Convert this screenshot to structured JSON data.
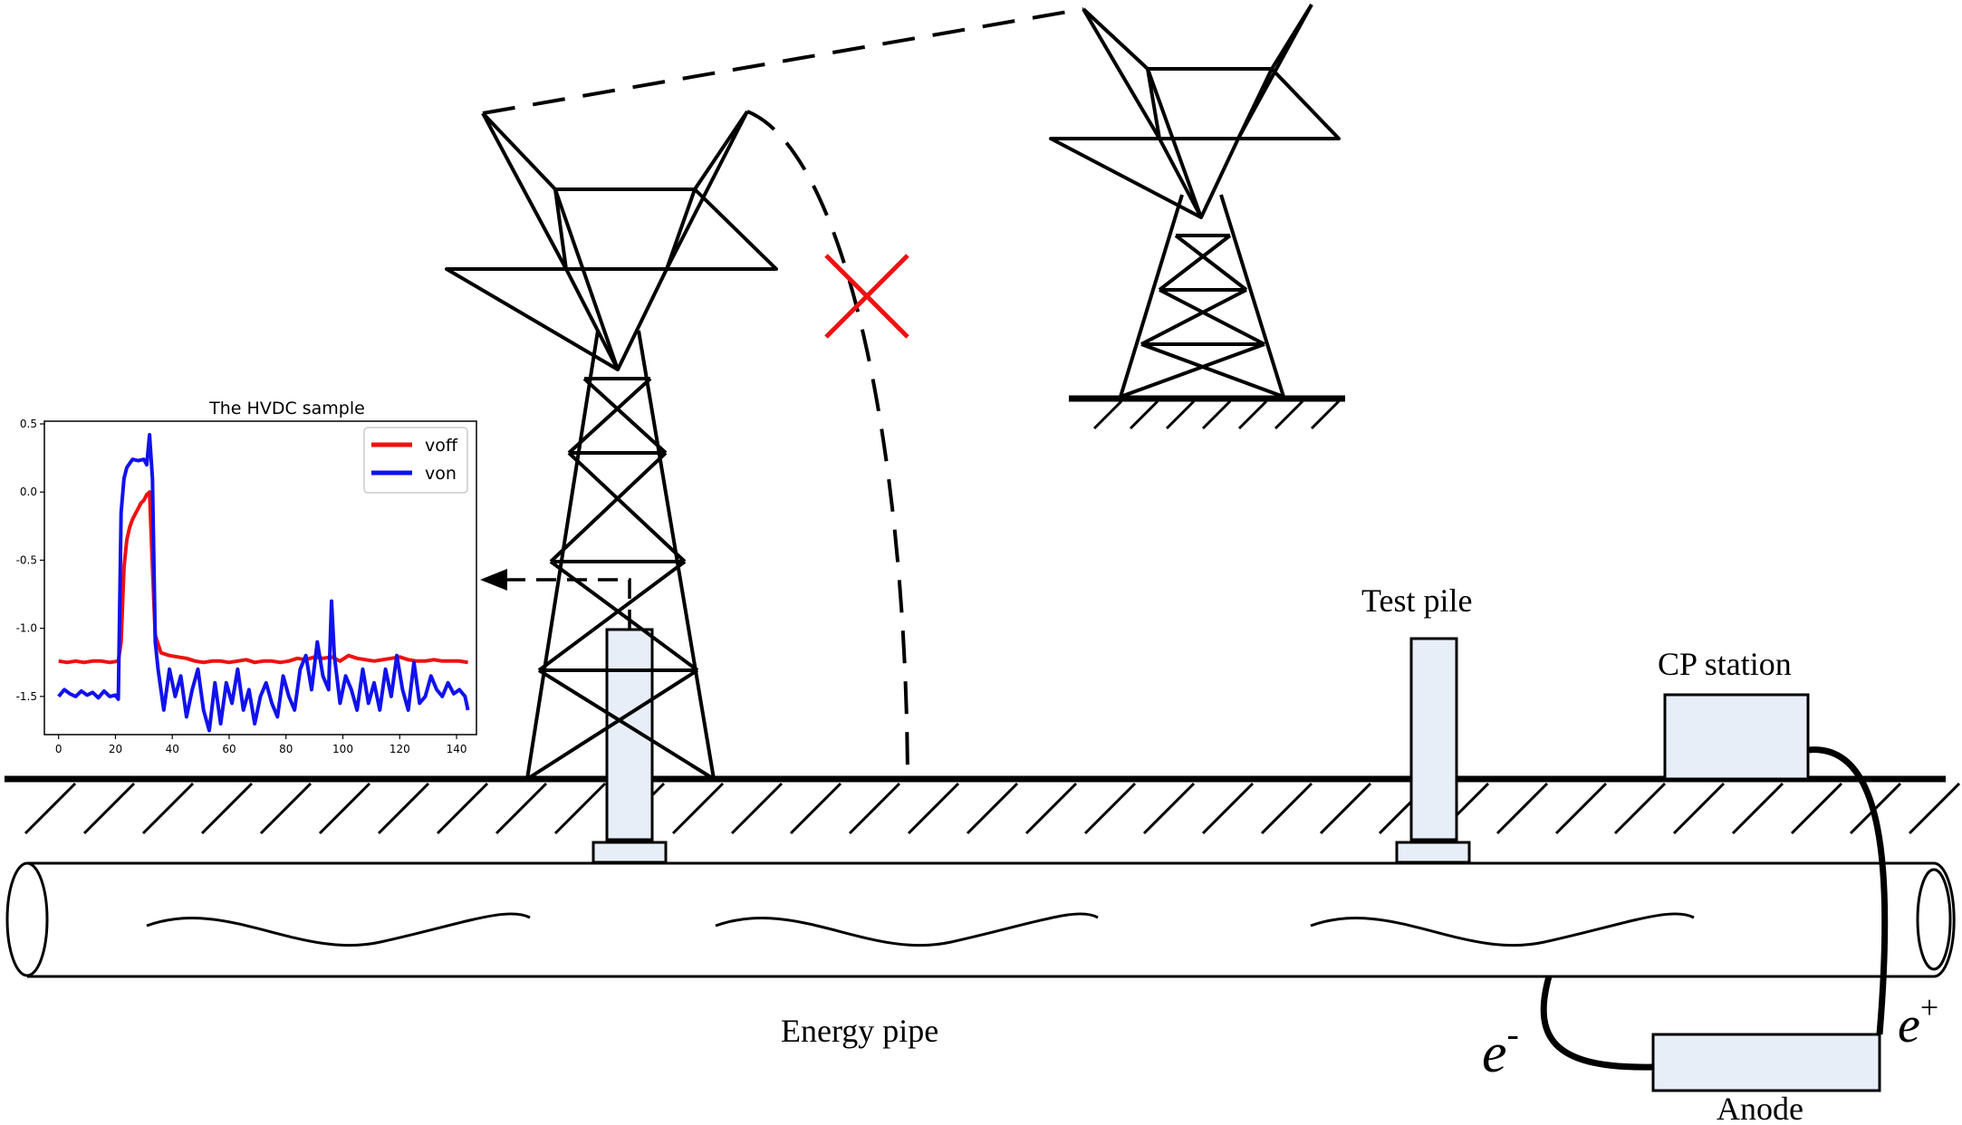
{
  "labels": {
    "test_pile": "Test pile",
    "cp_station": "CP station",
    "energy_pipe": "Energy pipe",
    "anode": "Anode",
    "electron_minus": "e",
    "electron_minus_sup": "-",
    "electron_plus": "e",
    "electron_plus_sup": "+"
  },
  "colors": {
    "line": "#000000",
    "box_fill": "#e8eef7",
    "cross": "#ee1111",
    "voff": "#ee1111",
    "von": "#1111ee"
  },
  "chart_data": {
    "type": "line",
    "title": "The HVDC sample",
    "xlim": [
      -5,
      147
    ],
    "ylim": [
      -1.78,
      0.52
    ],
    "xticks": [
      0,
      20,
      40,
      60,
      80,
      100,
      120,
      140
    ],
    "xtick_labels": [
      "0",
      "20",
      "40",
      "60",
      "80",
      "100",
      "120",
      "140"
    ],
    "yticks": [
      0.5,
      0.0,
      -0.5,
      -1.0,
      -1.5
    ],
    "ytick_labels": [
      "0.5",
      "0.0",
      "-0.5",
      "-1.0",
      "-1.5"
    ],
    "legend_position": "top-right",
    "series": [
      {
        "name": "voff",
        "color": "#ee1111",
        "x": [
          0,
          3,
          6,
          9,
          12,
          15,
          18,
          21,
          22,
          23,
          24,
          25,
          26,
          27,
          28,
          29,
          30,
          31,
          32,
          33,
          34,
          36,
          39,
          42,
          45,
          48,
          51,
          54,
          57,
          60,
          63,
          66,
          69,
          72,
          75,
          78,
          81,
          84,
          87,
          90,
          93,
          96,
          99,
          102,
          105,
          108,
          111,
          114,
          117,
          120,
          123,
          126,
          129,
          132,
          135,
          138,
          141,
          144
        ],
        "y": [
          -1.24,
          -1.25,
          -1.24,
          -1.25,
          -1.24,
          -1.24,
          -1.25,
          -1.24,
          -1.1,
          -0.55,
          -0.35,
          -0.26,
          -0.2,
          -0.16,
          -0.12,
          -0.08,
          -0.06,
          -0.02,
          0.0,
          -0.55,
          -1.05,
          -1.18,
          -1.2,
          -1.21,
          -1.22,
          -1.24,
          -1.25,
          -1.24,
          -1.24,
          -1.25,
          -1.24,
          -1.23,
          -1.25,
          -1.24,
          -1.24,
          -1.25,
          -1.24,
          -1.22,
          -1.23,
          -1.21,
          -1.22,
          -1.21,
          -1.24,
          -1.2,
          -1.22,
          -1.23,
          -1.24,
          -1.23,
          -1.22,
          -1.21,
          -1.23,
          -1.24,
          -1.24,
          -1.23,
          -1.24,
          -1.24,
          -1.24,
          -1.25
        ]
      },
      {
        "name": "von",
        "color": "#1111ee",
        "x": [
          0,
          2,
          4,
          6,
          8,
          10,
          12,
          14,
          16,
          18,
          20,
          21,
          22,
          23,
          24,
          26,
          28,
          30,
          31,
          32,
          33,
          34,
          35,
          37,
          39,
          41,
          43,
          45,
          47,
          49,
          51,
          53,
          55,
          57,
          59,
          61,
          63,
          65,
          67,
          69,
          71,
          73,
          75,
          77,
          79,
          81,
          83,
          85,
          87,
          89,
          91,
          93,
          95,
          96,
          97,
          99,
          101,
          103,
          105,
          107,
          109,
          111,
          113,
          115,
          117,
          119,
          121,
          123,
          125,
          127,
          129,
          131,
          133,
          135,
          137,
          139,
          141,
          143,
          144
        ],
        "y": [
          -1.5,
          -1.45,
          -1.48,
          -1.5,
          -1.46,
          -1.49,
          -1.47,
          -1.51,
          -1.46,
          -1.5,
          -1.49,
          -1.52,
          -0.15,
          0.1,
          0.18,
          0.24,
          0.23,
          0.24,
          0.2,
          0.42,
          0.1,
          -1.1,
          -1.3,
          -1.6,
          -1.3,
          -1.5,
          -1.35,
          -1.65,
          -1.45,
          -1.3,
          -1.6,
          -1.75,
          -1.4,
          -1.7,
          -1.4,
          -1.55,
          -1.3,
          -1.6,
          -1.45,
          -1.7,
          -1.5,
          -1.4,
          -1.55,
          -1.65,
          -1.35,
          -1.5,
          -1.6,
          -1.3,
          -1.2,
          -1.45,
          -1.1,
          -1.35,
          -1.45,
          -0.8,
          -1.2,
          -1.55,
          -1.35,
          -1.45,
          -1.6,
          -1.3,
          -1.55,
          -1.4,
          -1.6,
          -1.3,
          -1.5,
          -1.2,
          -1.45,
          -1.6,
          -1.25,
          -1.55,
          -1.5,
          -1.35,
          -1.45,
          -1.5,
          -1.4,
          -1.48,
          -1.45,
          -1.5,
          -1.6
        ]
      }
    ]
  }
}
